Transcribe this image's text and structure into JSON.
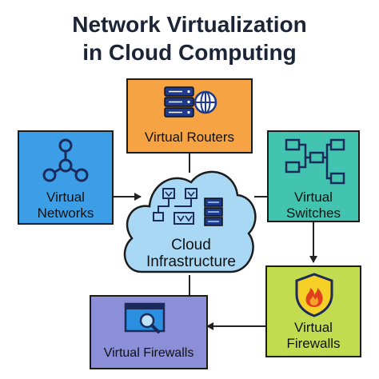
{
  "title": {
    "line1": "Network Virtualization",
    "line2": "in Cloud Computing"
  },
  "nodes": {
    "routers": {
      "label": "Virtual Routers",
      "color": "#f6a443",
      "icon": "server-globe-icon"
    },
    "networks": {
      "line1": "Virtual",
      "line2": "Networks",
      "color": "#3d9ee8",
      "icon": "network-nodes-icon"
    },
    "switches": {
      "line1": "Virtual",
      "line2": "Switches",
      "color": "#42c4b0",
      "icon": "switch-diagram-icon"
    },
    "cloud": {
      "line1": "Cloud",
      "line2": "Infrastructure",
      "color": "#a9d8f5",
      "icon": "cloud-icon"
    },
    "firewalls_right": {
      "line1": "Virtual",
      "line2": "Firewalls",
      "color": "#c3dc4f",
      "icon": "shield-fire-icon"
    },
    "firewalls_bottom": {
      "label": "Virtual Firewalls",
      "color": "#8a8fd8",
      "icon": "monitor-search-icon"
    }
  }
}
